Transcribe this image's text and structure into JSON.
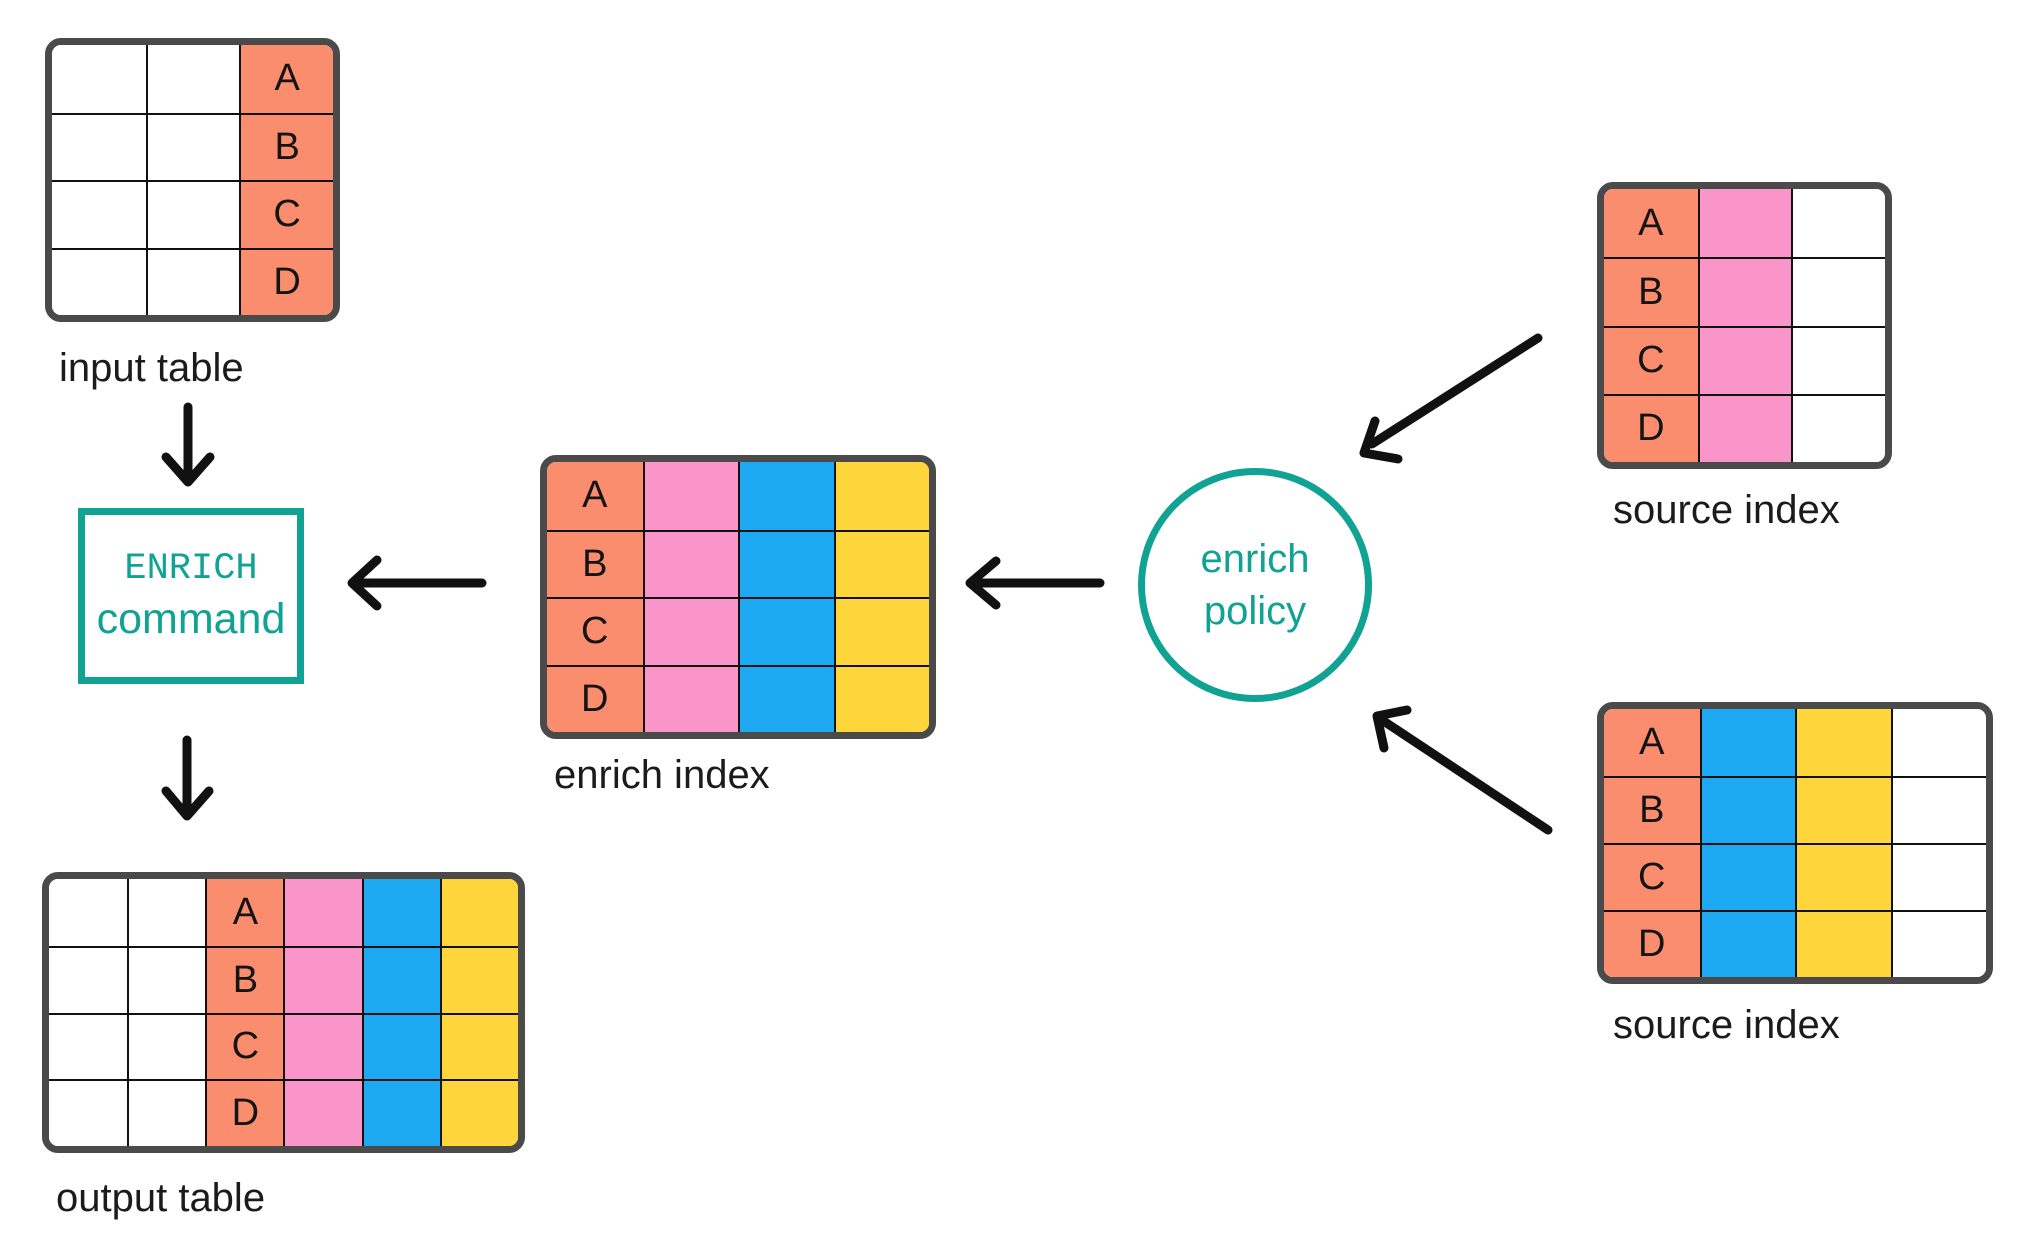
{
  "palette": {
    "salmon": "#FA8D6E",
    "pink": "#F995C9",
    "blue": "#1DA8F2",
    "yellow": "#FED53A",
    "teal": "#10A293",
    "white": "#FFFFFF",
    "border_dark": "#4A4A4A",
    "grid": "#111111",
    "arrow": "#111111"
  },
  "nodes": {
    "enrich_command": {
      "line1": "ENRICH",
      "line2": "command"
    },
    "enrich_policy": {
      "line1": "enrich",
      "line2": "policy"
    }
  },
  "tables": {
    "input_table": {
      "label": "input table",
      "row_letters": [
        "A",
        "B",
        "C",
        "D"
      ],
      "columns": [
        {
          "color": "white"
        },
        {
          "color": "white"
        },
        {
          "color": "salmon",
          "lettered": true
        }
      ]
    },
    "enrich_index": {
      "label": "enrich index",
      "row_letters": [
        "A",
        "B",
        "C",
        "D"
      ],
      "columns": [
        {
          "color": "salmon",
          "lettered": true
        },
        {
          "color": "pink"
        },
        {
          "color": "blue"
        },
        {
          "color": "yellow"
        }
      ]
    },
    "source_index_top": {
      "label": "source index",
      "row_letters": [
        "A",
        "B",
        "C",
        "D"
      ],
      "columns": [
        {
          "color": "salmon",
          "lettered": true
        },
        {
          "color": "pink"
        },
        {
          "color": "white"
        }
      ]
    },
    "source_index_bottom": {
      "label": "source index",
      "row_letters": [
        "A",
        "B",
        "C",
        "D"
      ],
      "columns": [
        {
          "color": "salmon",
          "lettered": true
        },
        {
          "color": "blue"
        },
        {
          "color": "yellow"
        },
        {
          "color": "white"
        }
      ]
    },
    "output_table": {
      "label": "output table",
      "row_letters": [
        "A",
        "B",
        "C",
        "D"
      ],
      "columns": [
        {
          "color": "white"
        },
        {
          "color": "white"
        },
        {
          "color": "salmon",
          "lettered": true
        },
        {
          "color": "pink"
        },
        {
          "color": "blue"
        },
        {
          "color": "yellow"
        }
      ]
    }
  },
  "connections": [
    {
      "from": "input table",
      "to": "ENRICH command"
    },
    {
      "from": "enrich index",
      "to": "ENRICH command"
    },
    {
      "from": "enrich policy",
      "to": "enrich index"
    },
    {
      "from": "source index (top)",
      "to": "enrich policy"
    },
    {
      "from": "source index (bottom)",
      "to": "enrich policy"
    },
    {
      "from": "ENRICH command",
      "to": "output table"
    }
  ]
}
